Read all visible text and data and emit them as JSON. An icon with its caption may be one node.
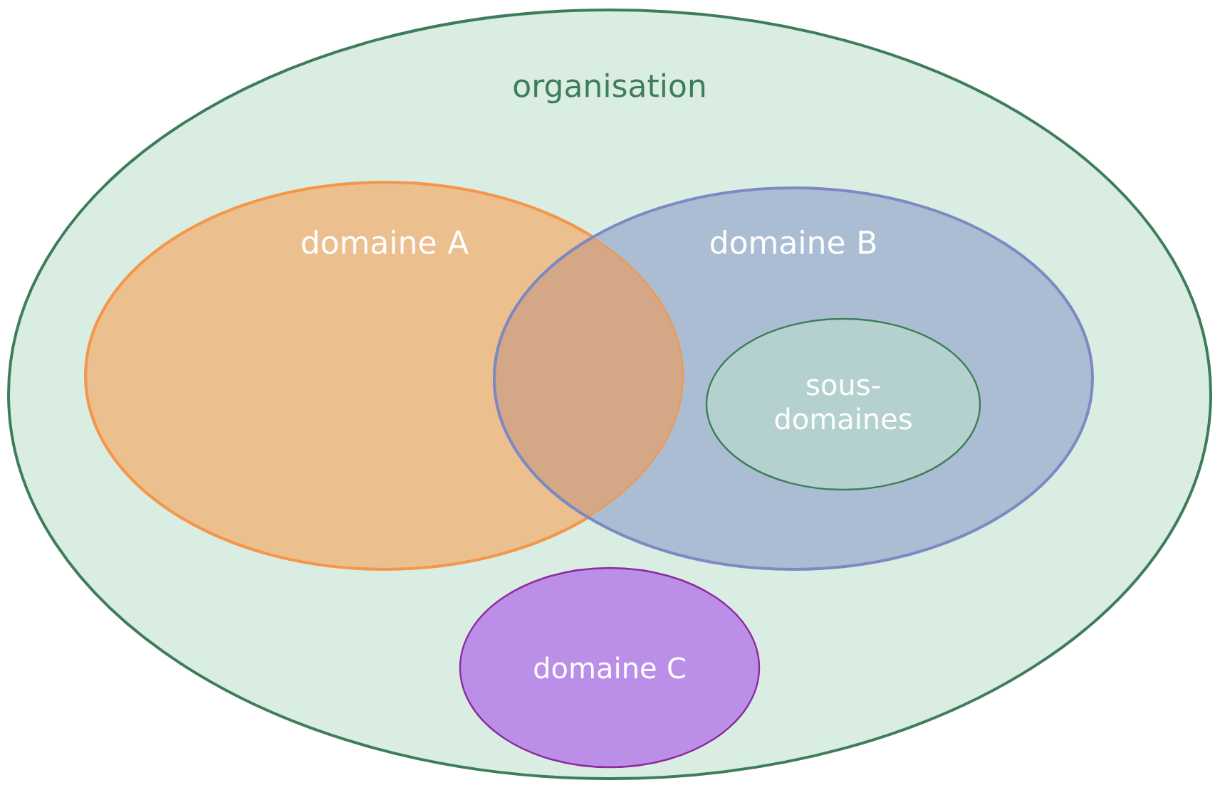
{
  "diagram": {
    "nodes": [
      {
        "text": [
          "organisation"
        ]
      },
      {
        "text": [
          "domaine A"
        ],
        "in": 0
      },
      {
        "text": [
          "domaine B"
        ],
        "in": 0
      },
      {
        "text": [
          "sous-domaines"
        ],
        "in": 2
      },
      {
        "text": [
          "domaine C"
        ],
        "in": 0
      }
    ]
  }
}
